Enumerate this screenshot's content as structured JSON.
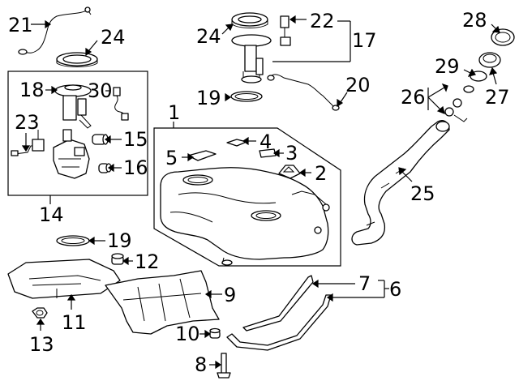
{
  "labels": {
    "n1": "1",
    "n2": "2",
    "n3": "3",
    "n4": "4",
    "n5": "5",
    "n6": "6",
    "n7": "7",
    "n8": "8",
    "n9": "9",
    "n10": "10",
    "n11": "11",
    "n12": "12",
    "n13": "13",
    "n14": "14",
    "n15": "15",
    "n16": "16",
    "n17": "17",
    "n18": "18",
    "n19a": "19",
    "n19b": "19",
    "n20": "20",
    "n21": "21",
    "n22": "22",
    "n23": "23",
    "n24a": "24",
    "n24b": "24",
    "n25": "25",
    "n26": "26",
    "n27": "27",
    "n28": "28",
    "n29": "29",
    "n30": "30"
  }
}
